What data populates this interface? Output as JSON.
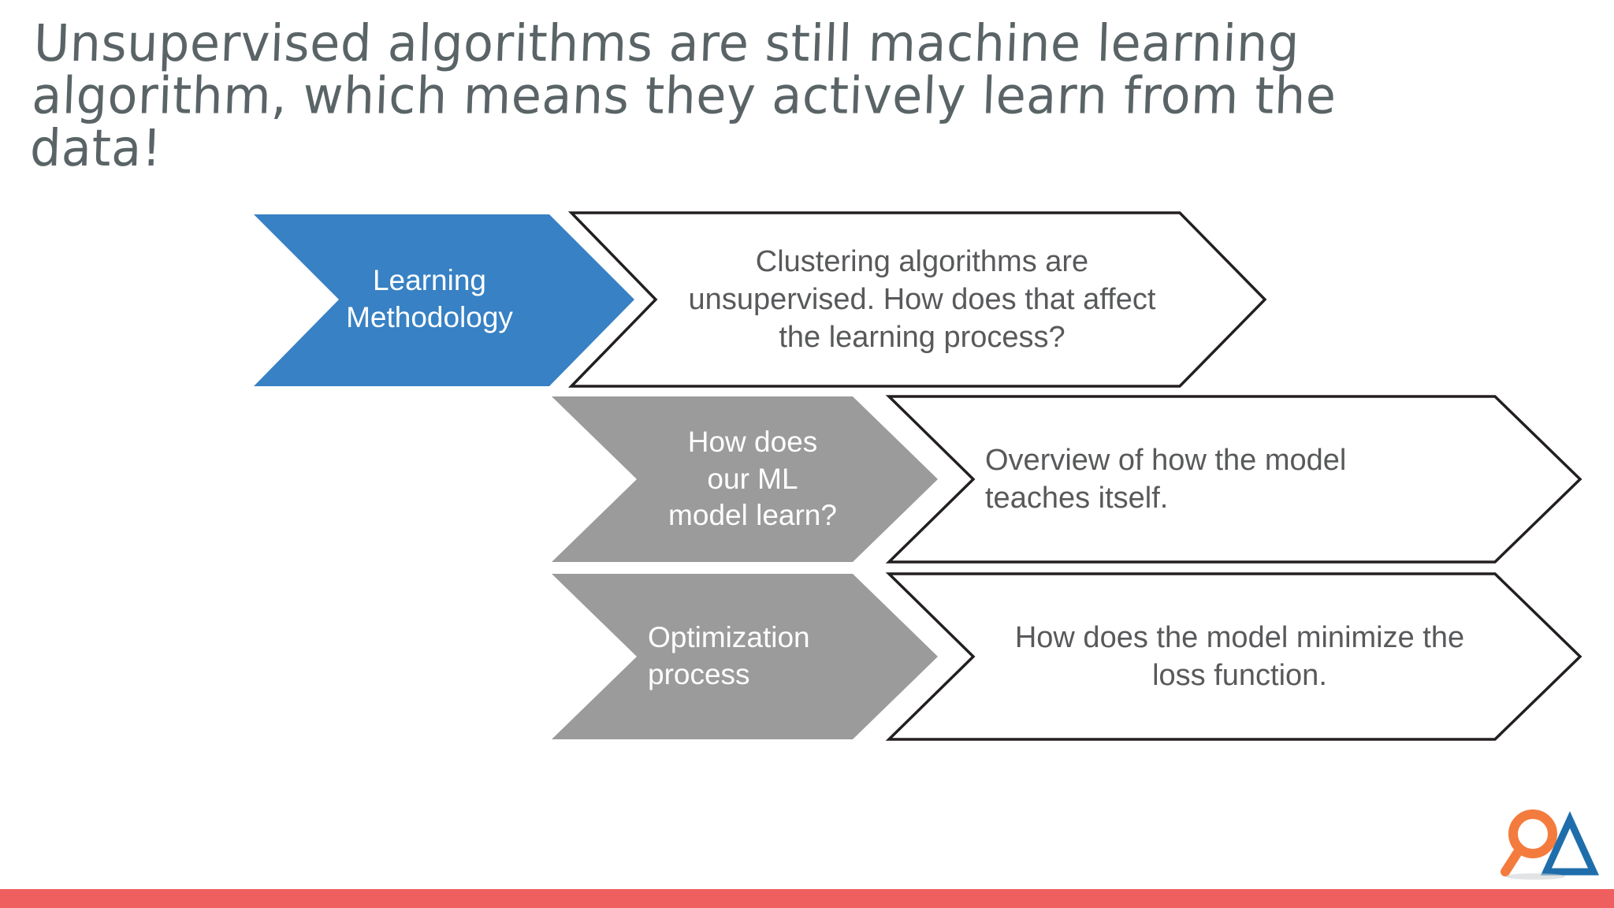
{
  "slide": {
    "title": "Unsupervised algorithms are still machine learning algorithm, which means they actively learn from the data!",
    "background_color": "#ffffff",
    "title_color": "#5a6466"
  },
  "colors": {
    "accent_blue": "#3781c4",
    "gray_fill": "#9b9b9b",
    "outline_stroke": "#231f20",
    "body_text": "#58595b",
    "filled_text": "#ffffff",
    "bottom_bar": "#f05f5f",
    "logo_orange": "#f47b3e",
    "logo_blue": "#1f6eab"
  },
  "diagram": {
    "type": "chevron-process",
    "rows": [
      {
        "index": 1,
        "left": {
          "label": "Learning\nMethodology",
          "style": "filled",
          "fill": "#3781c4",
          "text_align": "center"
        },
        "right": {
          "label": "Clustering algorithms are\nunsupervised. How does that affect\nthe learning process?",
          "style": "outline",
          "fill": "#ffffff",
          "text_align": "center"
        }
      },
      {
        "index": 2,
        "left": {
          "label": "How does\nour ML\nmodel learn?",
          "style": "filled",
          "fill": "#9b9b9b",
          "text_align": "center"
        },
        "right": {
          "label": " Overview of how the model\nteaches itself.",
          "style": "outline",
          "fill": "#ffffff",
          "text_align": "left"
        }
      },
      {
        "index": 3,
        "left": {
          "label": "Optimization\nprocess",
          "style": "filled",
          "fill": "#9b9b9b",
          "text_align": "left"
        },
        "right": {
          "label": "How does the model minimize the\nloss function.",
          "style": "outline",
          "fill": "#ffffff",
          "text_align": "center"
        }
      }
    ]
  },
  "logo": {
    "name": "magnifier-triangle-logo",
    "magnifier_color": "#f47b3e",
    "triangle_color": "#1f6eab"
  },
  "footer": {
    "bar_color": "#f05f5f"
  }
}
